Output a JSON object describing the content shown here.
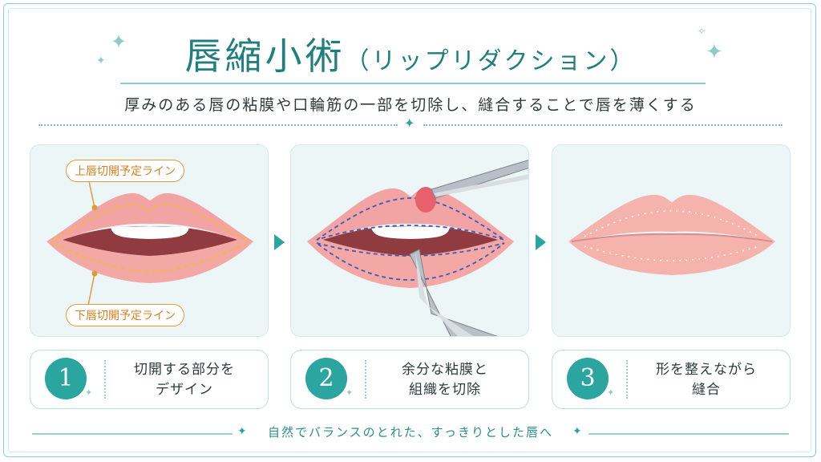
{
  "title": {
    "main": "唇縮小術",
    "sub": "（リップリダクション）"
  },
  "subtitle": "厚みのある唇の粘膜や口輪筋の一部を切除し、縫合することで唇を薄くする",
  "panel1": {
    "upper_label": "上唇切開予定ライン",
    "lower_label": "下唇切開予定ライン"
  },
  "steps": [
    {
      "number": "1",
      "line1": "切開する部分を",
      "line2": "デザイン"
    },
    {
      "number": "2",
      "line1": "余分な粘膜と",
      "line2": "組織を切除"
    },
    {
      "number": "3",
      "line1": "形を整えながら",
      "line2": "縫合"
    }
  ],
  "footer": "自然でバランスのとれた、すっきりとした唇へ",
  "colors": {
    "teal": "#2aa59f",
    "title": "#1f7f7f",
    "orange": "#e09a3a",
    "lip": "#f2a4a4",
    "dash_blue": "#3a5bb8"
  }
}
